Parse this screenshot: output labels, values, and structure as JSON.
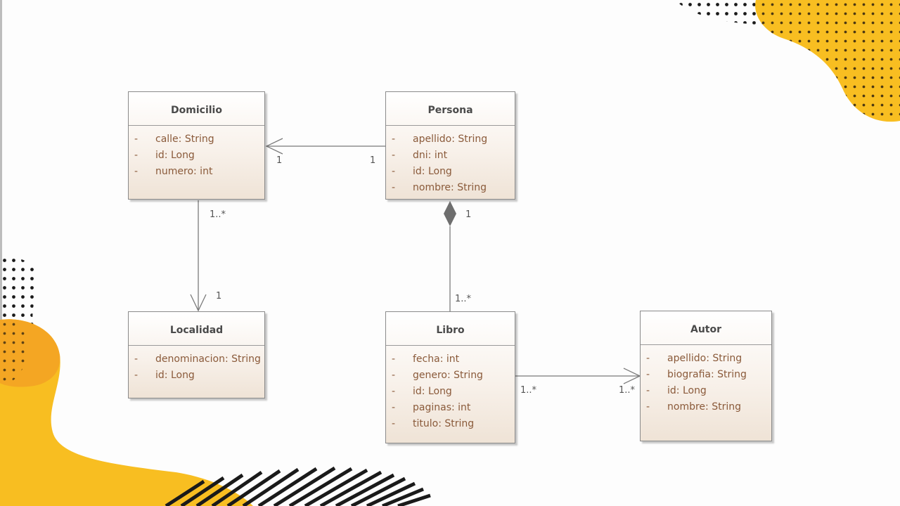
{
  "colors": {
    "accent_yellow": "#f8be21",
    "accent_orange": "#f4a623",
    "class_border": "#8a8a8a",
    "class_title": "#4a4a4a",
    "attribute_text": "#8a5a3a",
    "connector": "#7a7a7a",
    "composition_diamond": "#6e6e6e"
  },
  "classes": {
    "domicilio": {
      "name": "Domicilio",
      "attributes": [
        {
          "visibility": "-",
          "text": "calle: String"
        },
        {
          "visibility": "-",
          "text": "id: Long"
        },
        {
          "visibility": "-",
          "text": "numero: int"
        }
      ]
    },
    "persona": {
      "name": "Persona",
      "attributes": [
        {
          "visibility": "-",
          "text": "apellido: String"
        },
        {
          "visibility": "-",
          "text": "dni: int"
        },
        {
          "visibility": "-",
          "text": "id: Long"
        },
        {
          "visibility": "-",
          "text": "nombre: String"
        }
      ]
    },
    "localidad": {
      "name": "Localidad",
      "attributes": [
        {
          "visibility": "-",
          "text": "denominacion: String"
        },
        {
          "visibility": "-",
          "text": "id: Long"
        }
      ]
    },
    "libro": {
      "name": "Libro",
      "attributes": [
        {
          "visibility": "-",
          "text": "fecha: int"
        },
        {
          "visibility": "-",
          "text": "genero: String"
        },
        {
          "visibility": "-",
          "text": "id: Long"
        },
        {
          "visibility": "-",
          "text": "paginas: int"
        },
        {
          "visibility": "-",
          "text": "titulo: String"
        }
      ]
    },
    "autor": {
      "name": "Autor",
      "attributes": [
        {
          "visibility": "-",
          "text": "apellido: String"
        },
        {
          "visibility": "-",
          "text": "biografia: String"
        },
        {
          "visibility": "-",
          "text": "id: Long"
        },
        {
          "visibility": "-",
          "text": "nombre: String"
        }
      ]
    }
  },
  "associations": {
    "persona_domicilio": {
      "type": "directed-association",
      "source_multiplicity": "1",
      "target_multiplicity": "1"
    },
    "domicilio_localidad": {
      "type": "directed-association",
      "source_multiplicity": "1..*",
      "target_multiplicity": "1"
    },
    "persona_libro": {
      "type": "composition",
      "whole_multiplicity": "1",
      "part_multiplicity": "1..*"
    },
    "libro_autor": {
      "type": "directed-association",
      "source_multiplicity": "1..*",
      "target_multiplicity": "1..*"
    }
  }
}
